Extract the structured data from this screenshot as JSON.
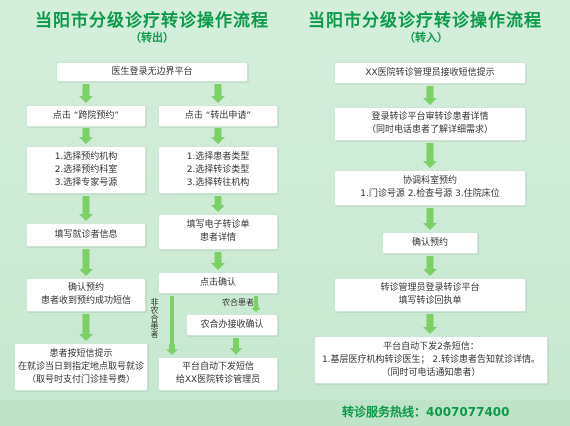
{
  "left": {
    "title": "当阳市分级诊疗转诊操作流程",
    "subtitle": "（转出）",
    "top_box": "医生登录无边界平台",
    "branch_a": {
      "step1": "点击 “跨院预约”",
      "step2": [
        "1.选择预约机构",
        "2.选择预约科室",
        "3.选择专家号源"
      ],
      "step3": "填写就诊者信息",
      "step4": [
        "确认预约",
        "患者收到预约成功短信"
      ],
      "step5": [
        "患者按短信提示",
        "在就诊当日到指定地点取号就诊",
        "（取号时支付门诊挂号费）"
      ]
    },
    "branch_b": {
      "step1": "点击 “转出申请”",
      "step2": [
        "1.选择患者类型",
        "2.选择转诊类型",
        "3.选择转往机构"
      ],
      "step3": [
        "填写电子转诊单",
        "患者详情"
      ],
      "step4": "点击确认",
      "side_label": "非农合患者",
      "coop_label": "农合患者",
      "step5": "农合办接收确认",
      "step6": [
        "平台自动下发短信",
        "给XX医院转诊管理员"
      ]
    }
  },
  "right": {
    "title": "当阳市分级诊疗转诊操作流程",
    "subtitle": "（转入）",
    "step1": "XX医院转诊管理员接收短信提示",
    "step2": [
      "登录转诊平台审转诊患者详情",
      "（同时电话患者了解详细需求）"
    ],
    "step3": [
      "协调科室预约",
      "1.门诊号源    2.检查号源    3.住院床位"
    ],
    "step4": "确认预约",
    "step5": [
      "转诊管理员登录转诊平台",
      "填写转诊回执单"
    ],
    "step6": [
      "平台自动下发2条短信：",
      "1.基层医疗机构转诊医生；   2.转诊患者告知就诊详情。",
      "（同时可电话通知患者）"
    ]
  },
  "footer": {
    "hotline": "转诊服务热线：4007077400"
  },
  "colors": {
    "title_green": "#0d9a4a",
    "arrow_green": "#7dcf68",
    "background": "#cdebd4"
  }
}
